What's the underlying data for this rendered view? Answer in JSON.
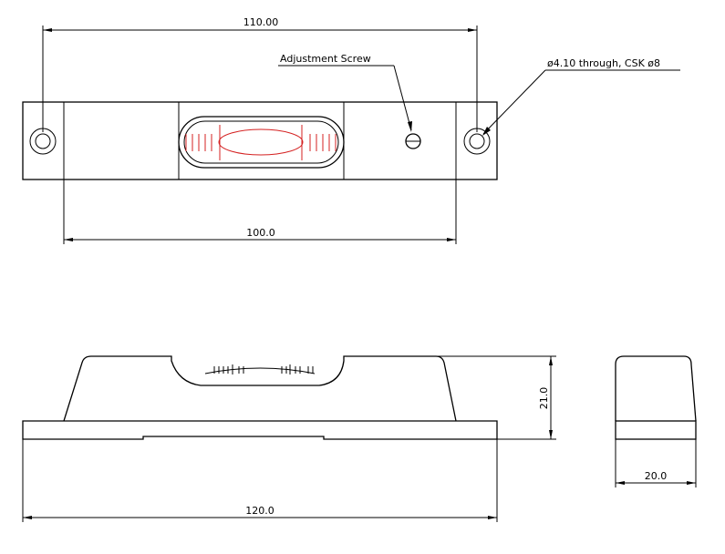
{
  "dimensions": {
    "top_overall_width": "110.00",
    "top_body_length": "100.0",
    "front_total_length": "120.0",
    "front_height": "21.0",
    "side_width": "20.0"
  },
  "annotations": {
    "adjustment_screw": "Adjustment Screw",
    "hole_callout": "ø4.10 through, CSK ø8"
  },
  "colors": {
    "line": "#000000",
    "vial_marks": "#d42020",
    "background": "#ffffff"
  }
}
